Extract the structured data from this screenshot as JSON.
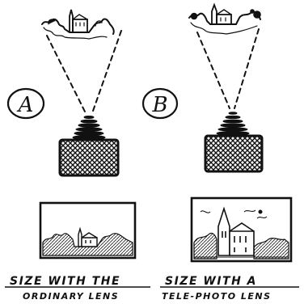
{
  "panels": [
    {
      "letter": "A",
      "caption_line1": "SIZE WITH THE",
      "caption_line2": "ORDINARY LENS"
    },
    {
      "letter": "B",
      "caption_line1": "SIZE WITH A",
      "caption_line2": "TELE-PHOTO LENS"
    }
  ],
  "colors": {
    "ink": "#111111",
    "paper": "#ffffff"
  }
}
